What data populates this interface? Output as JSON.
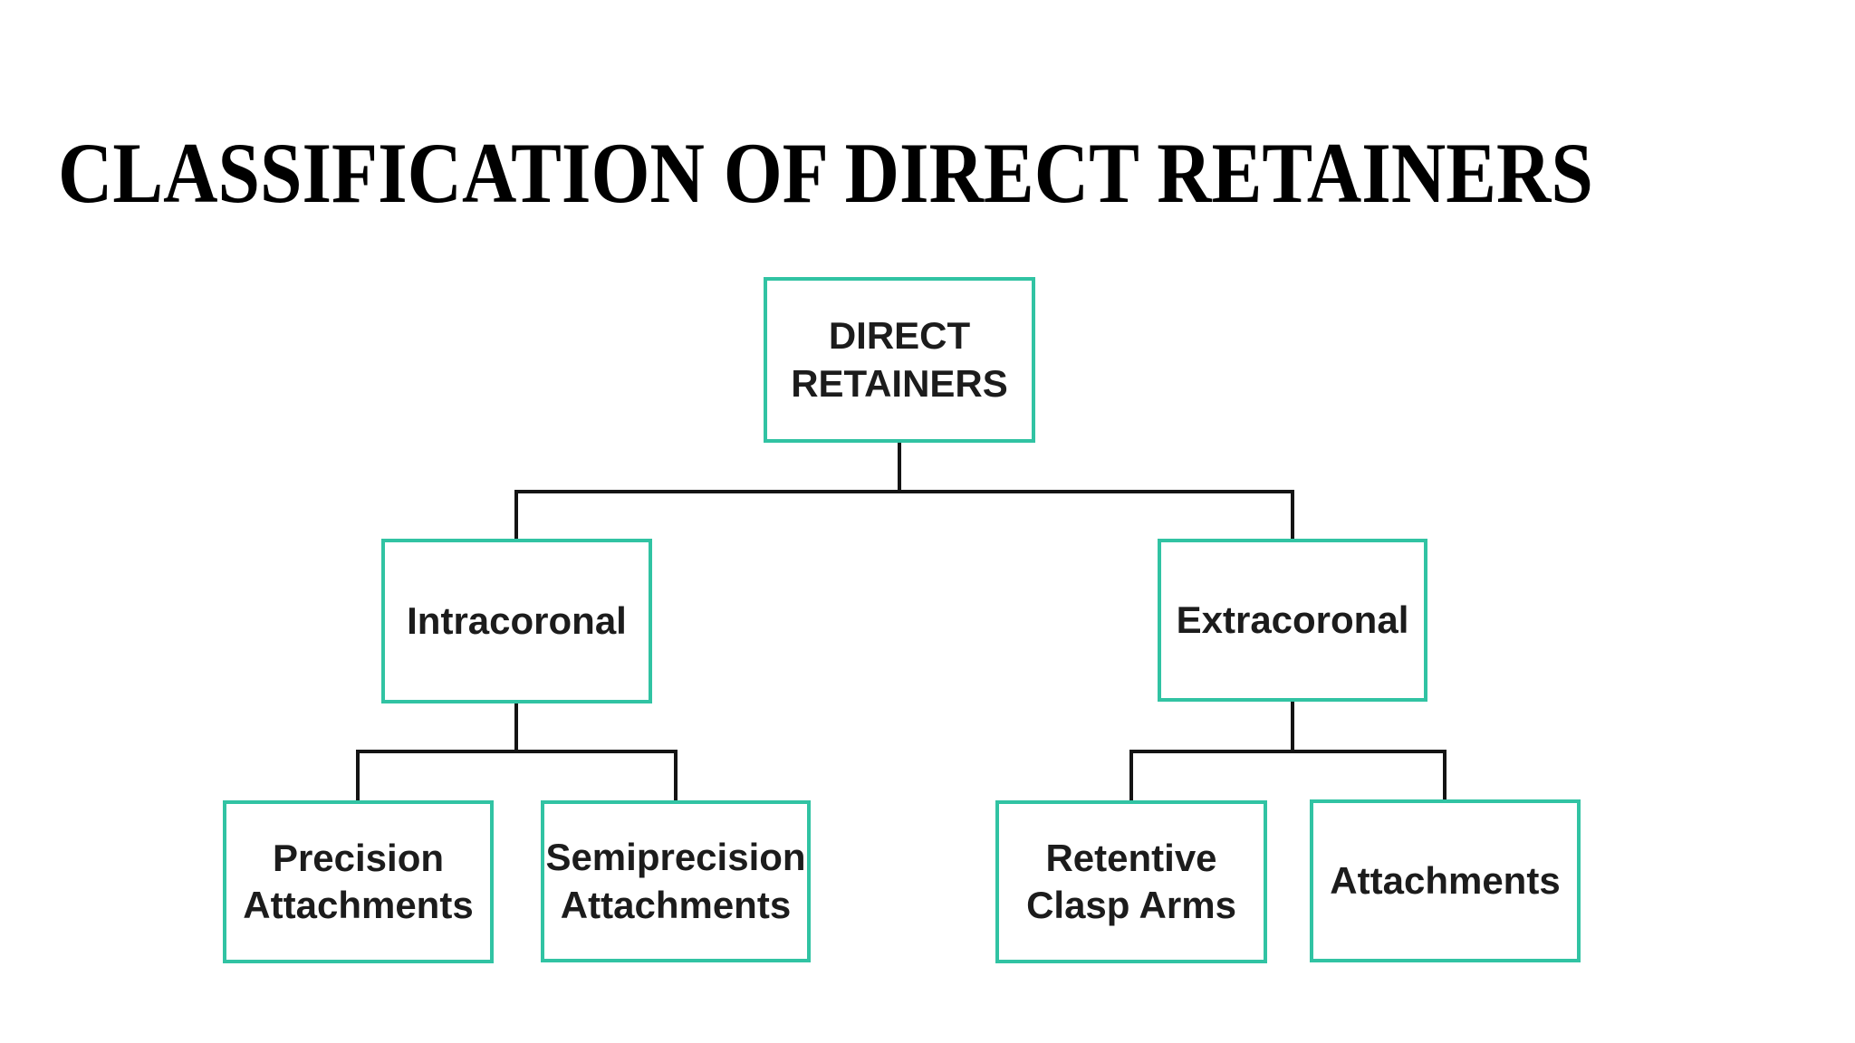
{
  "slide": {
    "title": "CLASSIFICATION OF DIRECT RETAINERS"
  },
  "diagram": {
    "root": {
      "label": "DIRECT\nRETAINERS"
    },
    "branches": [
      {
        "label": "Intracoronal",
        "children": [
          {
            "label": "Precision\nAttachments"
          },
          {
            "label": "Semiprecision\nAttachments"
          }
        ]
      },
      {
        "label": "Extracoronal",
        "children": [
          {
            "label": "Retentive\nClasp Arms"
          },
          {
            "label": "Attachments"
          }
        ]
      }
    ]
  },
  "colors": {
    "background": "#ffffff",
    "box_border": "#31c3a3",
    "box_text": "#1c1c1c",
    "connector_line": "#141414",
    "title_text": "#000000"
  }
}
